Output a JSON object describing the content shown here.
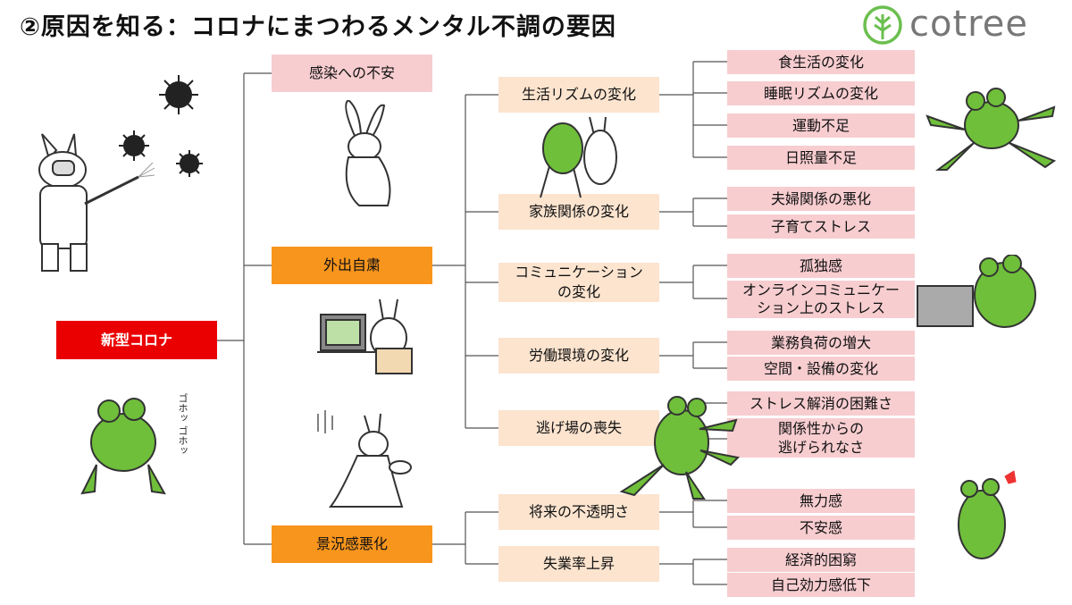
{
  "title": "②原因を知る：コロナにまつわるメンタル不調の要因",
  "logo": {
    "text": "cotree",
    "icon": "tree-icon",
    "color": "#6bbf4e"
  },
  "root": {
    "label": "新型コロナ",
    "color": "#ea0000"
  },
  "level1": [
    {
      "label": "感染への不安"
    },
    {
      "label": "外出自粛"
    },
    {
      "label": "景況感悪化"
    }
  ],
  "level2": [
    {
      "label": "生活リズムの変化",
      "items": [
        "食生活の変化",
        "睡眠リズムの変化",
        "運動不足",
        "日照量不足"
      ]
    },
    {
      "label": "家族関係の変化",
      "items": [
        "夫婦関係の悪化",
        "子育てストレス"
      ]
    },
    {
      "label": "コミュニケーション\nの変化",
      "items": [
        "孤独感",
        "オンラインコミュニケー\nション上のストレス"
      ]
    },
    {
      "label": "労働環境の変化",
      "items": [
        "業務負荷の増大",
        "空間・設備の変化"
      ]
    },
    {
      "label": "逃げ場の喪失",
      "items": [
        "ストレス解消の困難さ",
        "関係性からの\n逃げられなさ"
      ]
    },
    {
      "label": "将来の不透明さ",
      "items": [
        "無力感",
        "不安感"
      ]
    },
    {
      "label": "失業率上昇",
      "items": [
        "経済的困窮",
        "自己効力感低下"
      ]
    }
  ],
  "frog_sfx": "ゴホッ ゴホッ",
  "colors": {
    "pink": "#f7cdd0",
    "peach": "#fce4cf",
    "orange": "#f8951d",
    "line": "#555555",
    "frog": "#6fbf3a"
  }
}
